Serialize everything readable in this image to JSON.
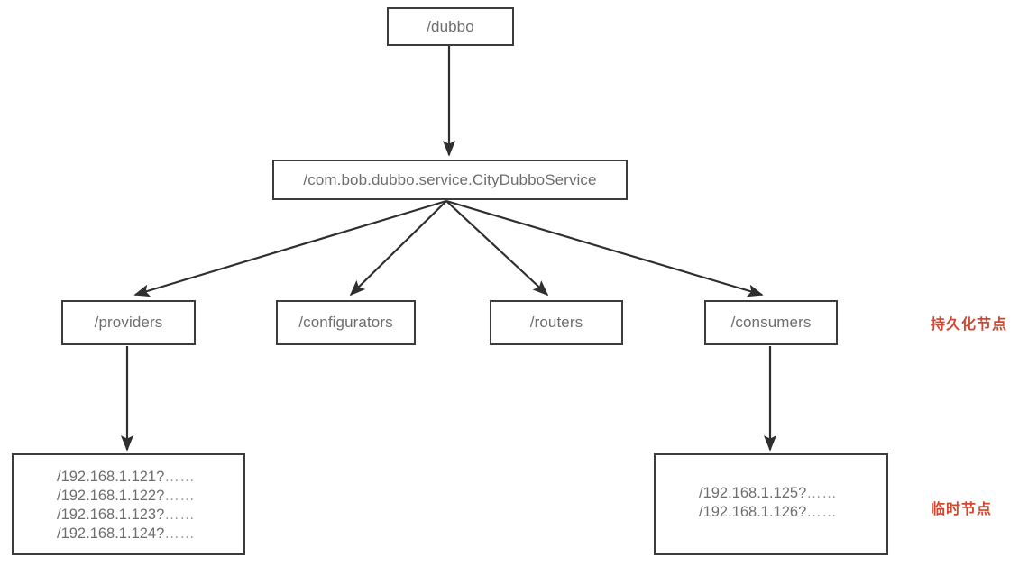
{
  "diagram": {
    "title": "Dubbo ZooKeeper registry node tree",
    "type": "tree",
    "colors": {
      "node_border": "#3c3c3c",
      "node_text": "#6e6e6e",
      "edge": "#2f2f2f",
      "annotation": "#d1472f",
      "background": "#ffffff"
    },
    "nodes": {
      "root": {
        "label": "/dubbo"
      },
      "service": {
        "label": "/com.bob.dubbo.service.CityDubboService"
      },
      "providers": {
        "label": "/providers"
      },
      "configurators": {
        "label": "/configurators"
      },
      "routers": {
        "label": "/routers"
      },
      "consumers": {
        "label": "/consumers"
      }
    },
    "leaves": {
      "providers_instances": [
        {
          "address": "/192.168.1.121?",
          "suffix": "……"
        },
        {
          "address": "/192.168.1.122?",
          "suffix": "……"
        },
        {
          "address": "/192.168.1.123?",
          "suffix": "……"
        },
        {
          "address": "/192.168.1.124?",
          "suffix": "……"
        }
      ],
      "consumers_instances": [
        {
          "address": "/192.168.1.125?",
          "suffix": "……"
        },
        {
          "address": "/192.168.1.126?",
          "suffix": "……"
        }
      ]
    },
    "annotations": {
      "persistent": "持久化节点",
      "ephemeral": "临时节点"
    },
    "edges": [
      {
        "from": "root",
        "to": "service"
      },
      {
        "from": "service",
        "to": "providers"
      },
      {
        "from": "service",
        "to": "configurators"
      },
      {
        "from": "service",
        "to": "routers"
      },
      {
        "from": "service",
        "to": "consumers"
      },
      {
        "from": "providers",
        "to": "providers_instances"
      },
      {
        "from": "consumers",
        "to": "consumers_instances"
      }
    ]
  }
}
